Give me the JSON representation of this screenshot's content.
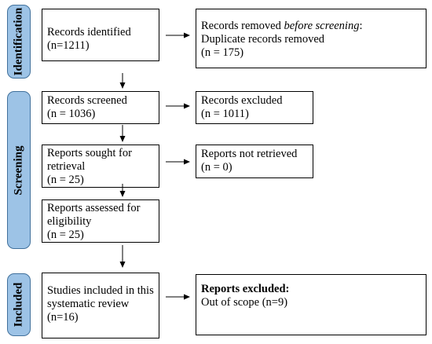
{
  "phases": {
    "identification": "Identification",
    "screening": "Screening",
    "included": "Included"
  },
  "boxes": {
    "identified": {
      "line1": "Records identified",
      "line2": "(n=1211)"
    },
    "removed": {
      "line1_prefix": "Records removed ",
      "line1_italic": "before screening",
      "line1_suffix": ":",
      "line2": "Duplicate records removed",
      "line3": "(n = 175)"
    },
    "screened": {
      "line1": "Records screened",
      "line2": "(n = 1036)"
    },
    "excluded": {
      "line1": "Records excluded",
      "line2": "(n = 1011)"
    },
    "sought": {
      "line1": "Reports sought for",
      "line2": "retrieval",
      "line3": "(n = 25)"
    },
    "not_retrieved": {
      "line1": "Reports not retrieved",
      "line2": "(n = 0)"
    },
    "assessed": {
      "line1": "Reports assessed for",
      "line2": "eligibility",
      "line3": "(n = 25)"
    },
    "included": {
      "line1": "Studies included in this",
      "line2": "systematic review",
      "line3": "(n=16)"
    },
    "reports_excluded": {
      "line1": "Reports excluded:",
      "line2": "Out of scope (n=9)"
    }
  }
}
